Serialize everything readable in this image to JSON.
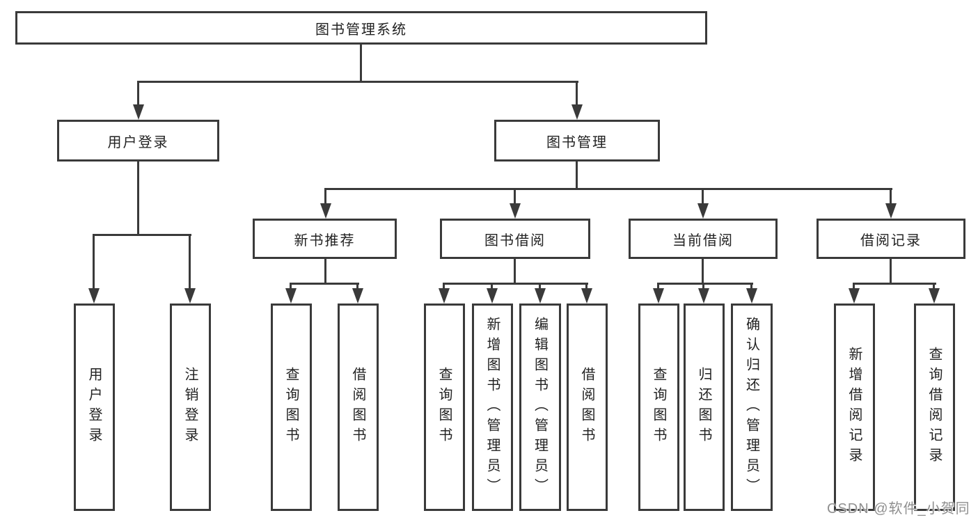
{
  "diagram_title": "图书管理系统",
  "tree": {
    "label": "图书管理系统",
    "children": [
      {
        "label": "用户登录",
        "children": [
          {
            "label": "用户登录"
          },
          {
            "label": "注销登录"
          }
        ]
      },
      {
        "label": "图书管理",
        "children": [
          {
            "label": "新书推荐",
            "children": [
              {
                "label": "查询图书"
              },
              {
                "label": "借阅图书"
              }
            ]
          },
          {
            "label": "图书借阅",
            "children": [
              {
                "label": "查询图书"
              },
              {
                "label": "新增图书（管理员）"
              },
              {
                "label": "编辑图书（管理员）"
              },
              {
                "label": "借阅图书"
              }
            ]
          },
          {
            "label": "当前借阅",
            "children": [
              {
                "label": "查询图书"
              },
              {
                "label": "归还图书"
              },
              {
                "label": "确认归还（管理员）"
              }
            ]
          },
          {
            "label": "借阅记录",
            "children": [
              {
                "label": "新增借阅记录"
              },
              {
                "label": "查询借阅记录"
              }
            ]
          }
        ]
      }
    ]
  },
  "watermark": {
    "text": "CSDN @软件_小贺同学"
  },
  "colors": {
    "line": "#3a3a3a",
    "text": "#222222",
    "box_fill": "#ffffff",
    "background": "#ffffff",
    "watermark": "#8f8f8f"
  }
}
